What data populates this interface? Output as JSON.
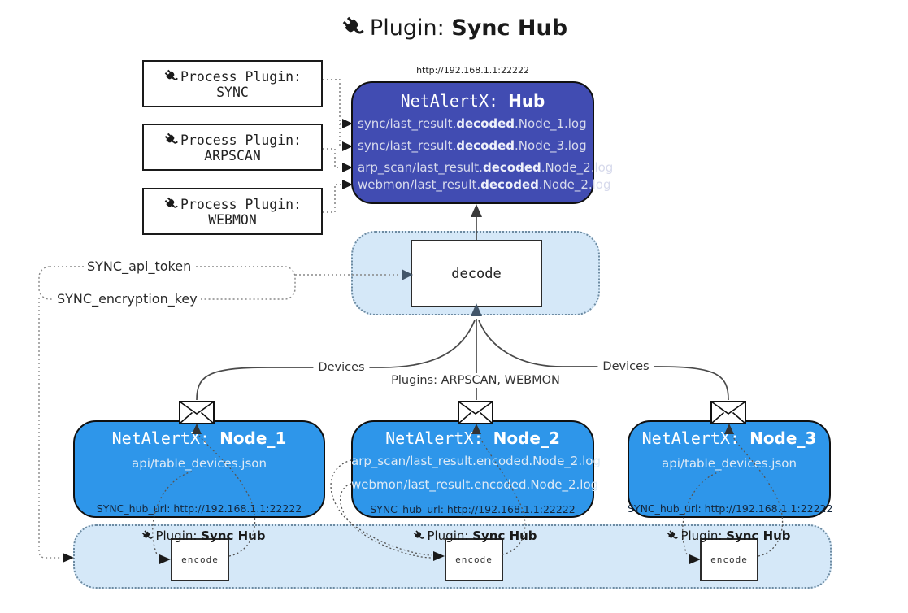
{
  "title": {
    "prefix": "Plugin: ",
    "bold": "Sync Hub"
  },
  "process_plugins": [
    {
      "label": "Process Plugin:",
      "name": "SYNC"
    },
    {
      "label": "Process Plugin:",
      "name": "ARPSCAN"
    },
    {
      "label": "Process Plugin:",
      "name": "WEBMON"
    }
  ],
  "hub": {
    "url": "http://192.168.1.1:22222",
    "title_prefix": "NetAlertX: ",
    "title_name": "Hub",
    "lines": [
      {
        "prefix": "sync/last_result.",
        "bold": "decoded",
        "suffix": ".Node_1.log"
      },
      {
        "prefix": "sync/last_result.",
        "bold": "decoded",
        "suffix": ".Node_3.log"
      },
      {
        "prefix": "arp_scan/last_result.",
        "bold": "decoded",
        "suffix": ".Node_2.log"
      },
      {
        "prefix": "webmon/last_result.",
        "bold": "decoded",
        "suffix": ".Node_2.log"
      }
    ]
  },
  "decode": {
    "label": "decode"
  },
  "settings": {
    "api_token": "SYNC_api_token",
    "encryption_key": "SYNC_encryption_key"
  },
  "edge_labels": {
    "left": "Devices",
    "center": "Plugins: ARPSCAN, WEBMON",
    "right": "Devices"
  },
  "nodes": [
    {
      "title_prefix": "NetAlertX: ",
      "name": "Node_1",
      "lines": [
        "api/table_devices.json"
      ],
      "hub_url": "SYNC_hub_url: http://192.168.1.1:22222"
    },
    {
      "title_prefix": "NetAlertX: ",
      "name": "Node_2",
      "lines": [
        "arp_scan/last_result.encoded.Node_2.log",
        "webmon/last_result.encoded.Node_2.log"
      ],
      "hub_url": "SYNC_hub_url: http://192.168.1.1:22222"
    },
    {
      "title_prefix": "NetAlertX: ",
      "name": "Node_3",
      "lines": [
        "api/table_devices.json"
      ],
      "hub_url": "SYNC_hub_url: http://192.168.1.1:22222"
    }
  ],
  "encode": {
    "label_prefix": "Plugin: ",
    "label_bold": "Sync Hub",
    "box_label": "encode"
  },
  "colors": {
    "hub_bg": "#414cb2",
    "node_bg": "#2e96ea",
    "panel_bg": "#d5e8f8",
    "hub_text": "#d7daec",
    "hub_text_bold": "#eef0fa",
    "node_text": "#ddeaf6",
    "dark": "#1a1a1a"
  }
}
